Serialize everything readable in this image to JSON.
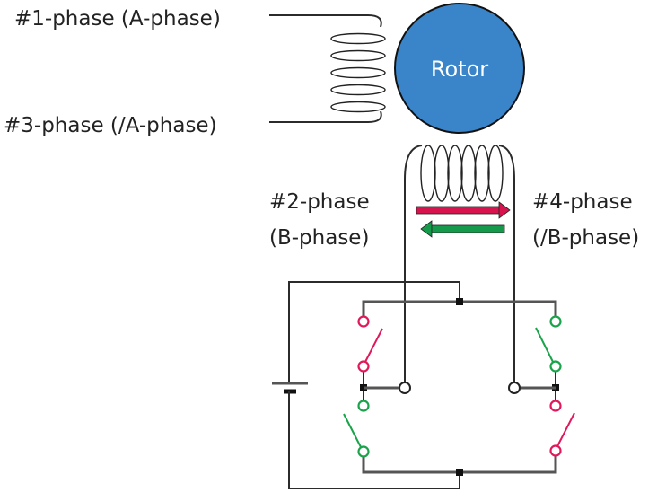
{
  "title": "Bipolar stepper motor H-bridge drive diagram",
  "labels": {
    "phase1": "#1-phase (A-phase)",
    "phase3": "#3-phase (/A-phase)",
    "phase2_line1": "#2-phase",
    "phase2_line2": "(B-phase)",
    "phase4_line1": "#4-phase",
    "phase4_line2": "(/B-phase)",
    "rotor": "Rotor"
  },
  "colors": {
    "rotor_fill": "#3a85c9",
    "switch_red": "#e0195a",
    "switch_green": "#1aa34a",
    "arrow_red": "#d8144e",
    "arrow_green": "#15994a",
    "wire": "#2b2b2b"
  },
  "components": {
    "coils": [
      "A-phase winding",
      "B-phase winding"
    ],
    "battery": "DC supply",
    "switches": [
      {
        "position": "upper-left",
        "color": "red",
        "state": "closed-pair"
      },
      {
        "position": "lower-left",
        "color": "green",
        "state": "open-pair"
      },
      {
        "position": "upper-right",
        "color": "green",
        "state": "open-pair"
      },
      {
        "position": "lower-right",
        "color": "red",
        "state": "closed-pair"
      }
    ],
    "current_arrows": [
      {
        "color": "red",
        "direction": "right"
      },
      {
        "color": "green",
        "direction": "left"
      }
    ]
  }
}
